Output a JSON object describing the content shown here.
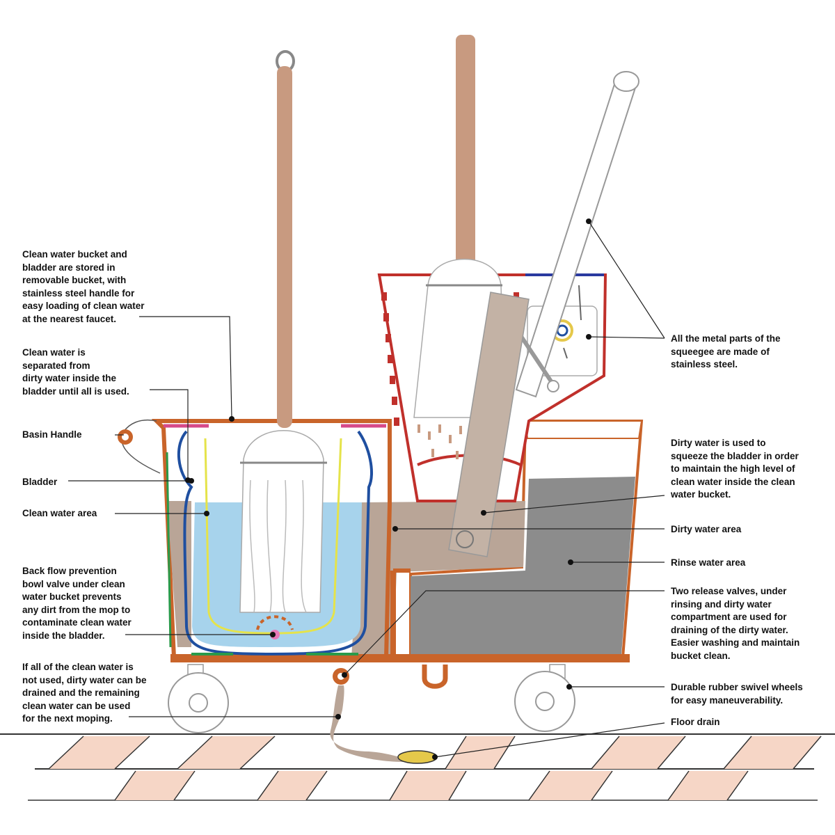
{
  "colors": {
    "bucket_orange": "#c9642a",
    "bladder_blue": "#1f4fa0",
    "clean_water": "#a7d3ec",
    "dirty_water": "#b9a597",
    "rinse_water": "#8c8c8c",
    "mop_handle": "#c89a80",
    "wringer_red": "#c0302b",
    "leader_line": "#222222",
    "tile": "#f6d6c6"
  },
  "labels": {
    "clean_bucket": "Clean water bucket and\nbladder are stored in\nremovable bucket, with\nstainless steel handle for\neasy loading of clean water\nat the nearest faucet.",
    "separated": "Clean water is\nseparated from\ndirty water inside the\nbladder until all is used.",
    "basin_handle": "Basin Handle",
    "bladder": "Bladder",
    "clean_area": "Clean water area",
    "backflow": "Back flow prevention\nbowl valve under clean\nwater bucket prevents\nany dirt from the mop to\ncontaminate clean water\ninside the bladder.",
    "drain_remaining": "If all of the clean water is\nnot used, dirty water can be\ndrained and the remaining\nclean water can be used\nfor the next moping.",
    "metal_parts": "All the metal parts of the\nsqueegee are made of\nstainless steel.",
    "squeeze": "Dirty water is used to\nsqueeze the bladder in order\nto maintain the high level of\nclean water inside the clean\nwater bucket.",
    "dirty_area": "Dirty water area",
    "rinse_area": "Rinse water area",
    "release_valves": "Two release valves, under\nrinsing and dirty water\ncompartment are used for\ndraining of the dirty water.\nEasier washing and maintain\nbucket clean.",
    "wheels": "Durable rubber swivel wheels\nfor easy maneuverability.",
    "floor_drain": "Floor drain"
  }
}
